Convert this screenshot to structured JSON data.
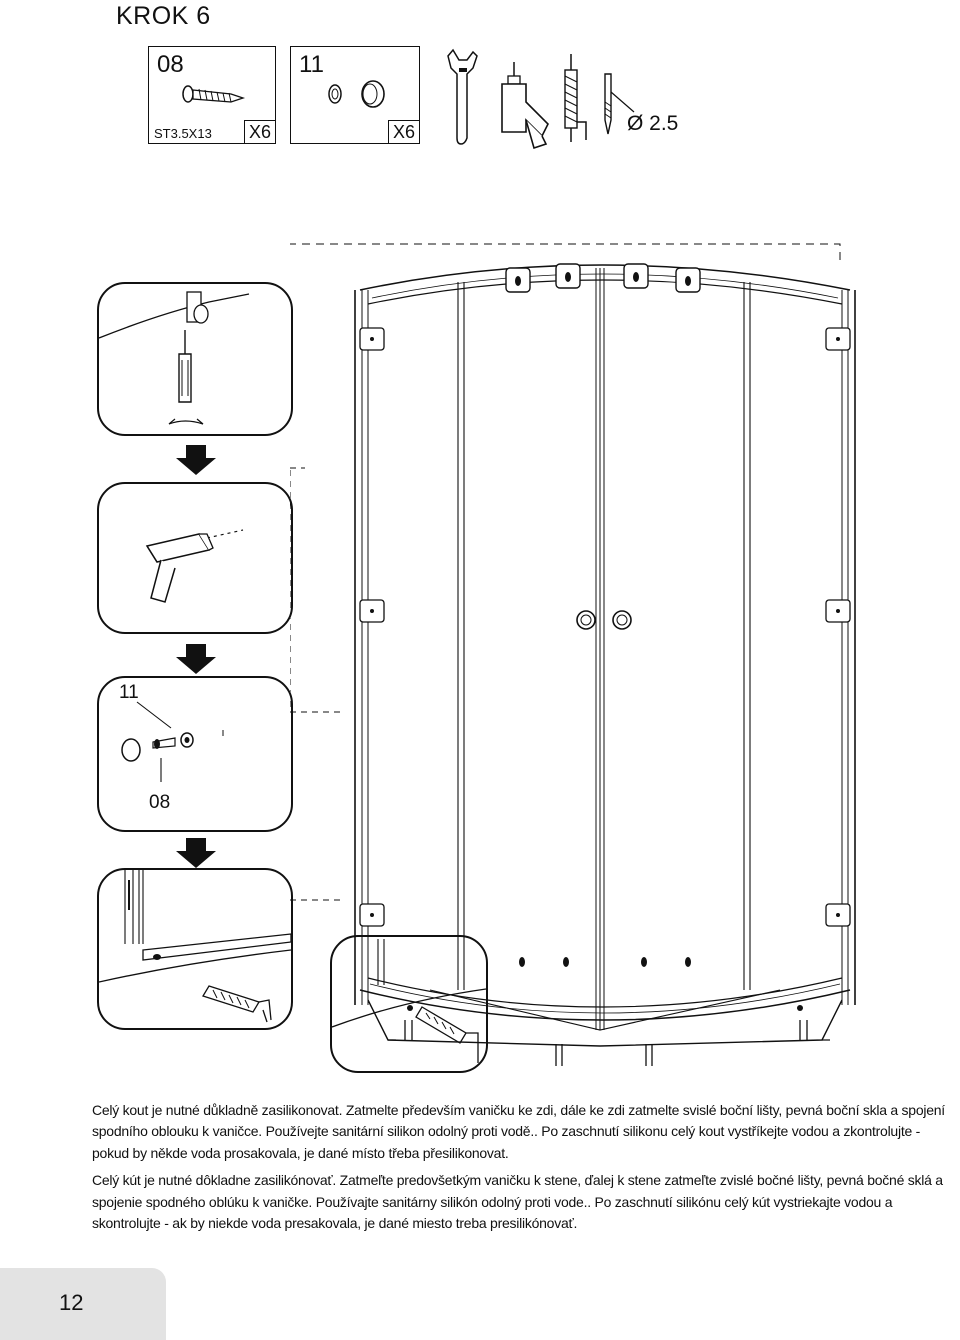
{
  "step": {
    "title": "KROK 6"
  },
  "parts": [
    {
      "number": "08",
      "spec": "ST3.5X13",
      "qty": "X6",
      "icon": "screw-icon"
    },
    {
      "number": "11",
      "spec": "",
      "qty": "X6",
      "icon": "cap-icon"
    }
  ],
  "tools": {
    "icons": [
      "wrench-icon",
      "drill-icon",
      "silicone-gun-icon",
      "drill-bit-icon"
    ],
    "drill_bit_size": "Ø 2.5"
  },
  "insets": {
    "inset3_part_top": "11",
    "inset3_part_bottom": "08"
  },
  "instructions": {
    "czech_1": "Celý kout je nutné důkladně zasilikonovat. Zatmelte především vaničku ke zdi, dále ke zdi zatmelte svislé boční lišty, pevná boční skla a spojení spodního oblouku k vaničce. Používejte sanitární silikon odolný proti vodě.. Po zaschnutí silikonu celý kout vystříkejte vodou a zkontrolujte - pokud by někde voda prosakovala, je dané místo třeba přesilikonovat.",
    "slovak_1": "Celý kút je nutné dôkladne zasilikónovať. Zatmeľte predovšetkým vaničku k stene, ďalej k stene zatmeľte zvislé bočné lišty, pevná bočné sklá a spojenie spodného oblúku k vaničke. Používajte sanitárny silikón odolný proti vode.. Po zaschnutí silikónu celý kút vystriekajte vodou a skontrolujte - ak by niekde voda presakovala, je dané miesto treba presilikónovať."
  },
  "page": {
    "number": "12"
  },
  "colors": {
    "ink": "#111111",
    "tab": "#e3e3e3"
  }
}
